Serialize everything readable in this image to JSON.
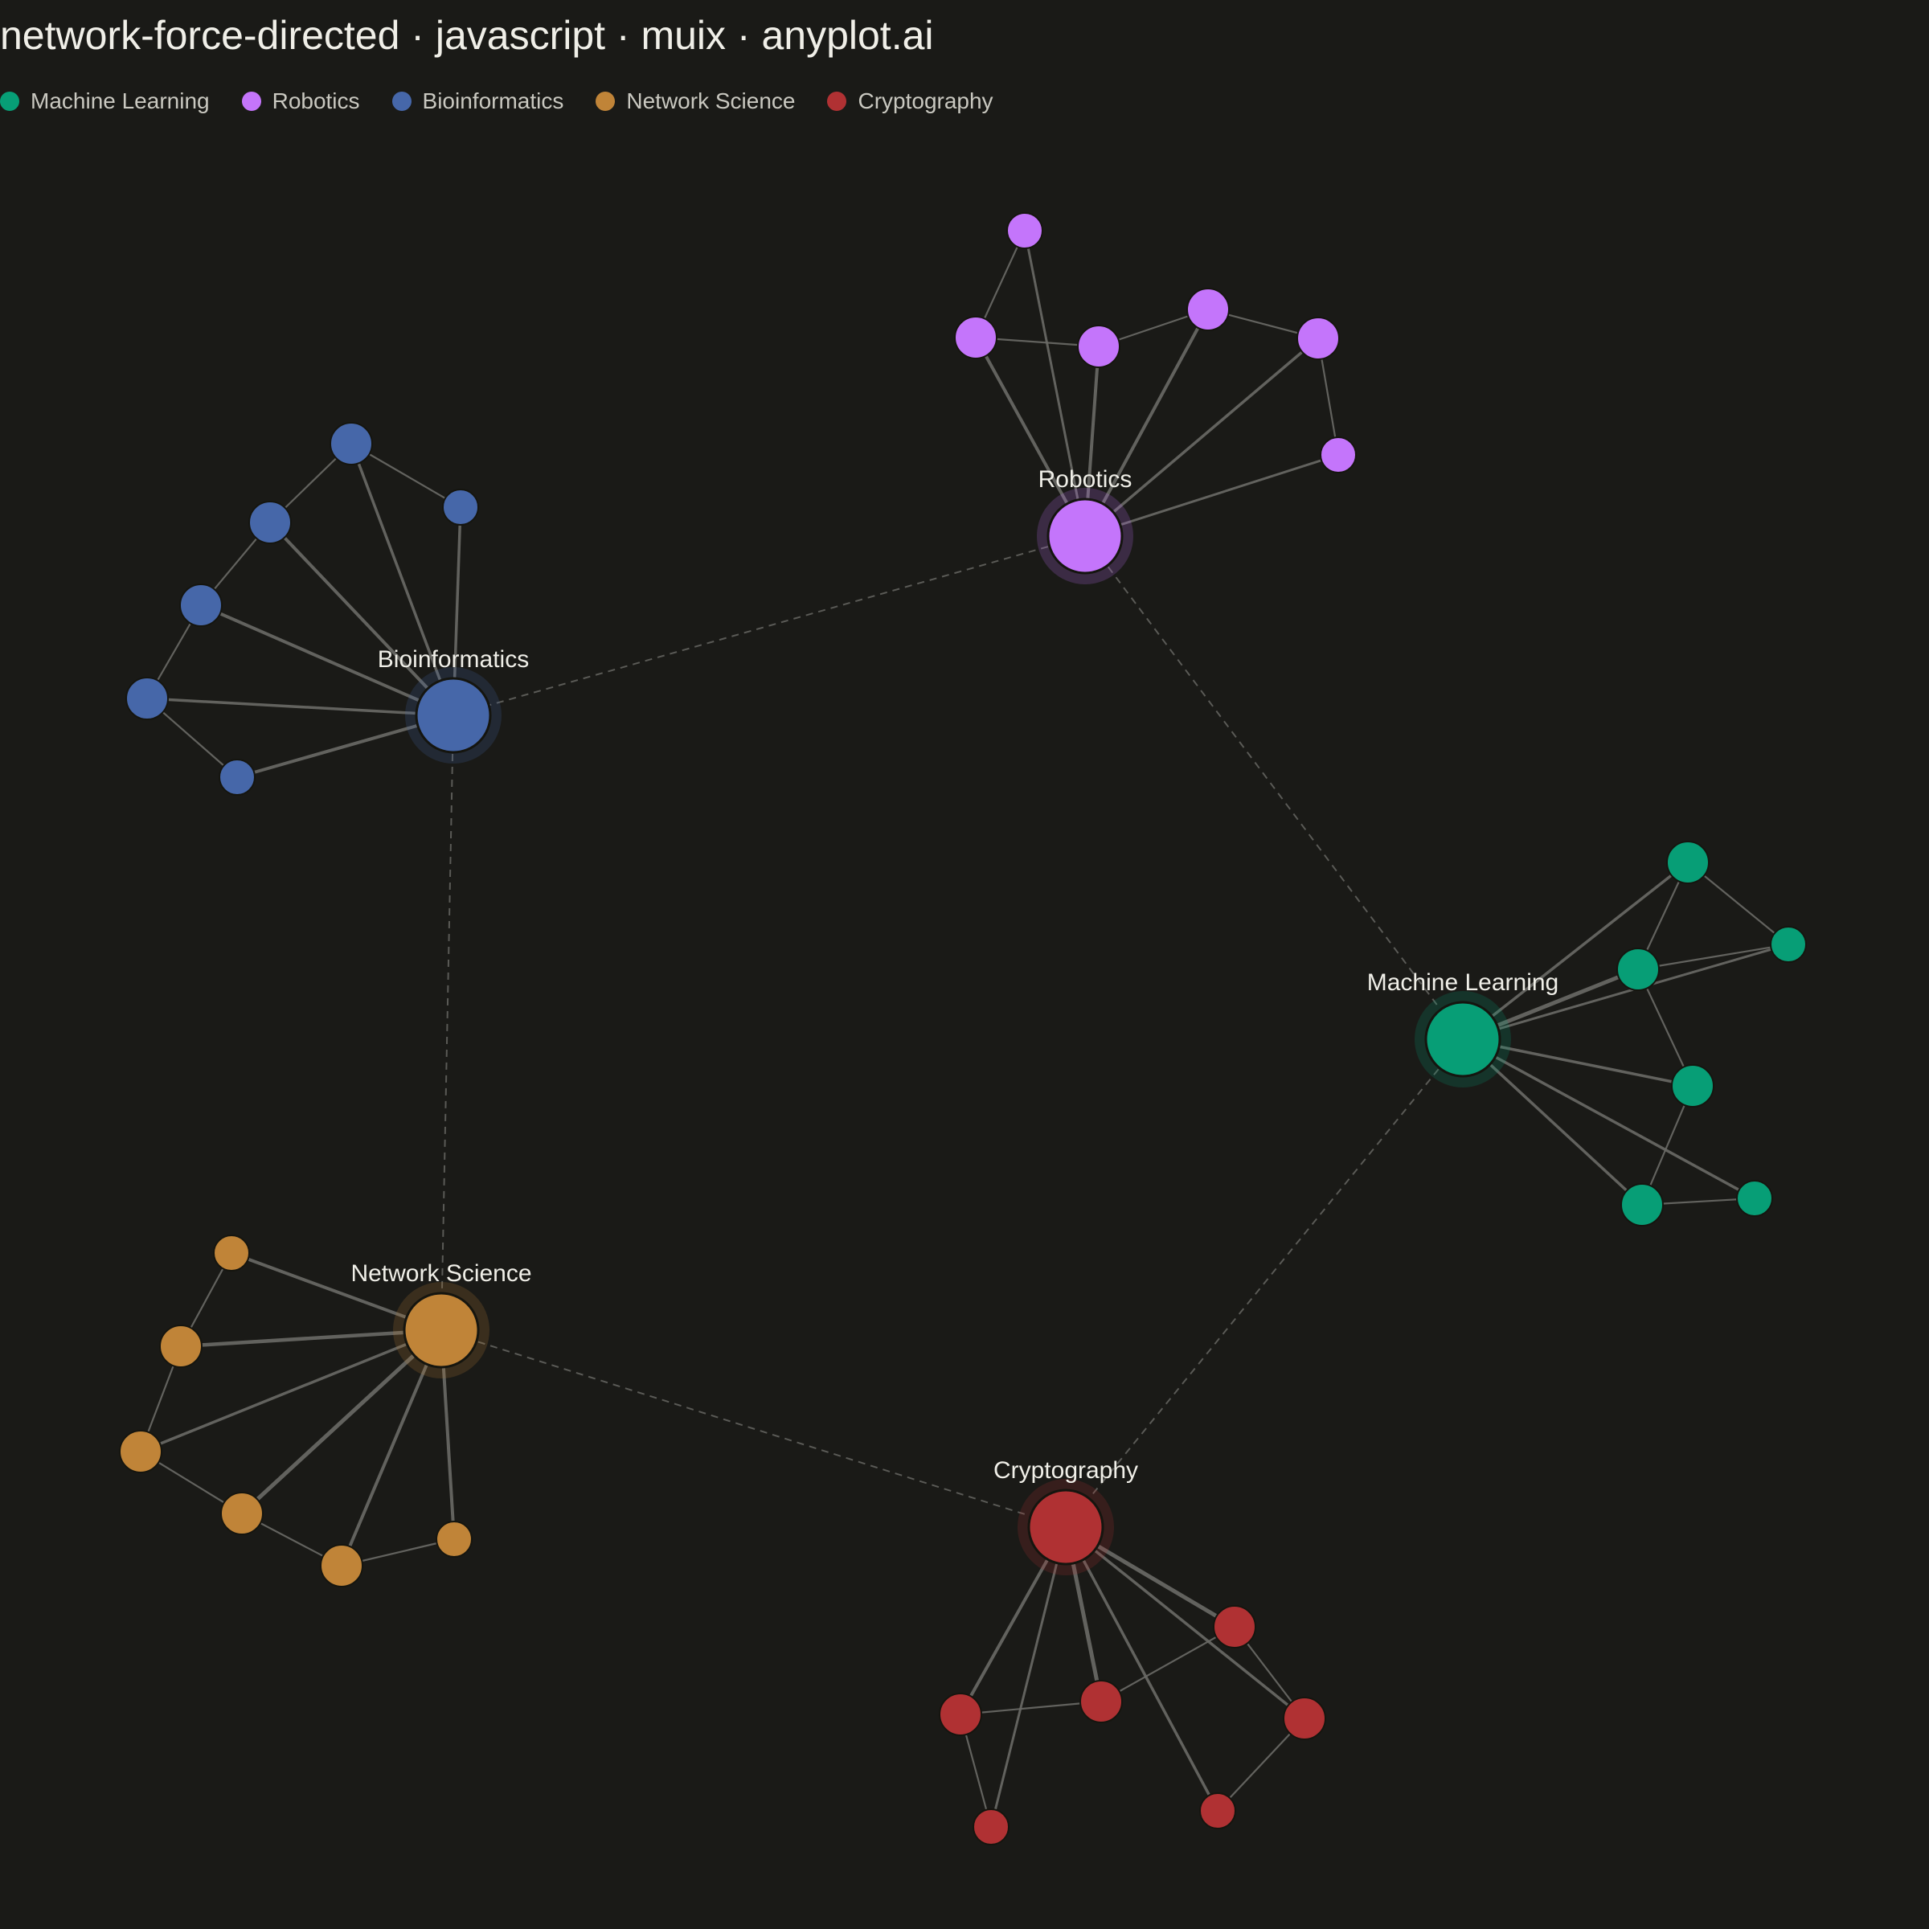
{
  "title": "network-force-directed · javascript · muix · anyplot.ai",
  "communities": [
    {
      "id": "ml",
      "name": "Machine Learning",
      "color": "#079e76"
    },
    {
      "id": "rob",
      "name": "Robotics",
      "color": "#c475fb"
    },
    {
      "id": "bio",
      "name": "Bioinformatics",
      "color": "#4667a9"
    },
    {
      "id": "net",
      "name": "Network Science",
      "color": "#c08438"
    },
    {
      "id": "cry",
      "name": "Cryptography",
      "color": "#b03133"
    }
  ],
  "colors": {
    "background": "#1a1a17",
    "edge": "#6a6a66",
    "bridge_edge": "#5a5a56",
    "node_stroke": "#15150f",
    "label": "#f0efe8"
  },
  "hubs": [
    {
      "community": "rob",
      "label": "Robotics"
    },
    {
      "community": "bio",
      "label": "Bioinformatics"
    },
    {
      "community": "ml",
      "label": "Machine Learning"
    },
    {
      "community": "net",
      "label": "Network Science"
    },
    {
      "community": "cry",
      "label": "Cryptography"
    }
  ],
  "bridge_edges": [
    [
      "rob",
      "bio"
    ],
    [
      "rob",
      "ml"
    ],
    [
      "bio",
      "net"
    ],
    [
      "ml",
      "cry"
    ],
    [
      "net",
      "cry"
    ]
  ]
}
